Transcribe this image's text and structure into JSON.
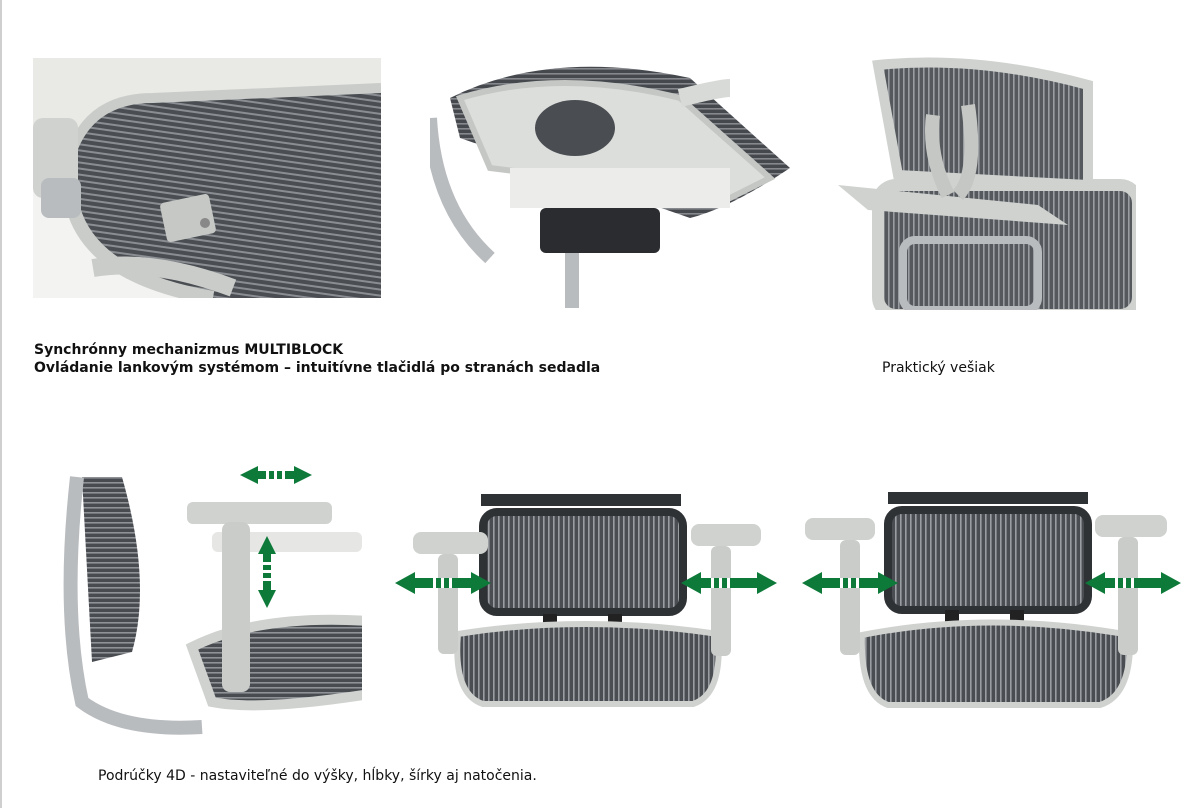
{
  "captions": {
    "mechanism_line1": "Synchrónny mechanizmus MULTIBLOCK",
    "mechanism_line2": "Ovládanie lankovým systémom – intuitívne tlačidlá po stranách sedadla",
    "hanger": "Praktický vešiak",
    "armrests": "Podrúčky 4D - nastaviteľné do výšky, hĺbky, šírky aj natočenia."
  },
  "colors": {
    "mesh_dark": "#3c3f44",
    "frame_grey": "#c9ccc8",
    "chrome": "#b9bcbf",
    "arrow_green": "#0e7a3a"
  },
  "icons": [
    "double-arrow-horizontal-icon",
    "double-arrow-vertical-icon"
  ]
}
